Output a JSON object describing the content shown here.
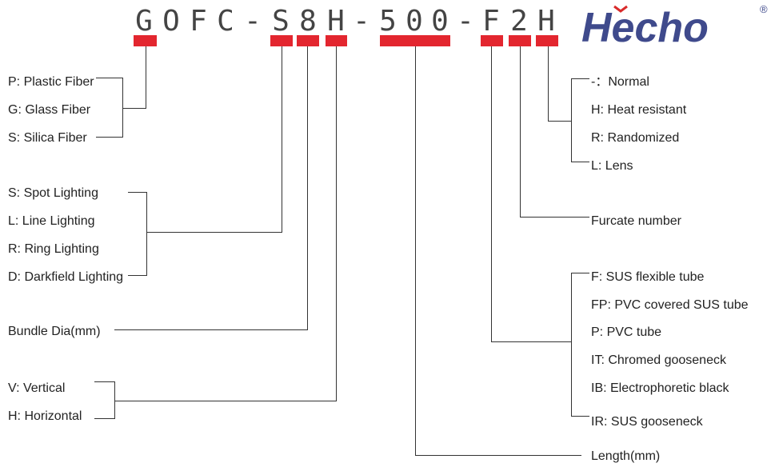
{
  "model_code": {
    "chars": [
      "G",
      "O",
      "F",
      "C",
      "-",
      "S",
      "8",
      "H",
      "-",
      "5",
      "0",
      "0",
      "-",
      "F",
      "2",
      "H"
    ]
  },
  "logo": {
    "text": "Hecho",
    "reg_mark": "®",
    "color": "#3f4a8c",
    "accent": "#d92b2b"
  },
  "colors": {
    "marker": "#e3262f",
    "line": "#333333",
    "text": "#222222",
    "code": "#444444"
  },
  "groups": {
    "fiber": [
      "P: Plastic Fiber",
      "G: Glass Fiber",
      "S: Silica Fiber"
    ],
    "lighting": [
      "S: Spot Lighting",
      "L: Line Lighting",
      "R: Ring Lighting",
      "D: Darkfield Lighting"
    ],
    "bundle": [
      "Bundle Dia(mm)"
    ],
    "orientation": [
      "V: Vertical",
      "H: Horizontal"
    ],
    "option": [
      "-：Normal",
      "H: Heat resistant",
      "R: Randomized",
      "L: Lens"
    ],
    "furcate": [
      "Furcate number"
    ],
    "tube": [
      "F: SUS flexible tube",
      "FP: PVC covered SUS tube",
      "P: PVC tube",
      "IT: Chromed gooseneck",
      "IB: Electrophoretic black",
      "IR: SUS gooseneck"
    ],
    "length": [
      "Length(mm)"
    ]
  }
}
